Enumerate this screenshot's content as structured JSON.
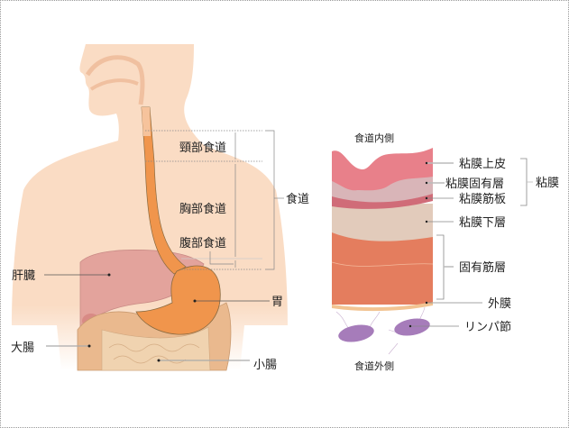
{
  "left_diagram": {
    "esophagus_sections": {
      "cervical": "頸部食道",
      "thoracic": "胸部食道",
      "abdominal": "腹部食道"
    },
    "esophagus": "食道",
    "liver": "肝臓",
    "stomach": "胃",
    "large_intestine": "大腸",
    "small_intestine": "小腸"
  },
  "right_diagram": {
    "inside_label": "食道内側",
    "outside_label": "食道外側",
    "layers": {
      "epithelium": "粘膜上皮",
      "lamina_propria": "粘膜固有層",
      "muscularis_mucosae": "粘膜筋板",
      "mucosa_group": "粘膜",
      "submucosa": "粘膜下層",
      "muscularis_propria": "固有筋層",
      "adventitia": "外膜",
      "lymph_node": "リンパ節"
    }
  },
  "colors": {
    "skin": "#fadcc4",
    "esophagus": "#f0954c",
    "liver": "#e3a39c",
    "intestine": "#eab98e",
    "epithelium": "#e8808a",
    "lamina_propria": "#d9b5b8",
    "muscularis_mucosae": "#d06c78",
    "submucosa": "#e2cbbb",
    "muscularis_propria": "#e47d5e",
    "adventitia": "#f2c493",
    "lymph_node": "#a67cba"
  }
}
